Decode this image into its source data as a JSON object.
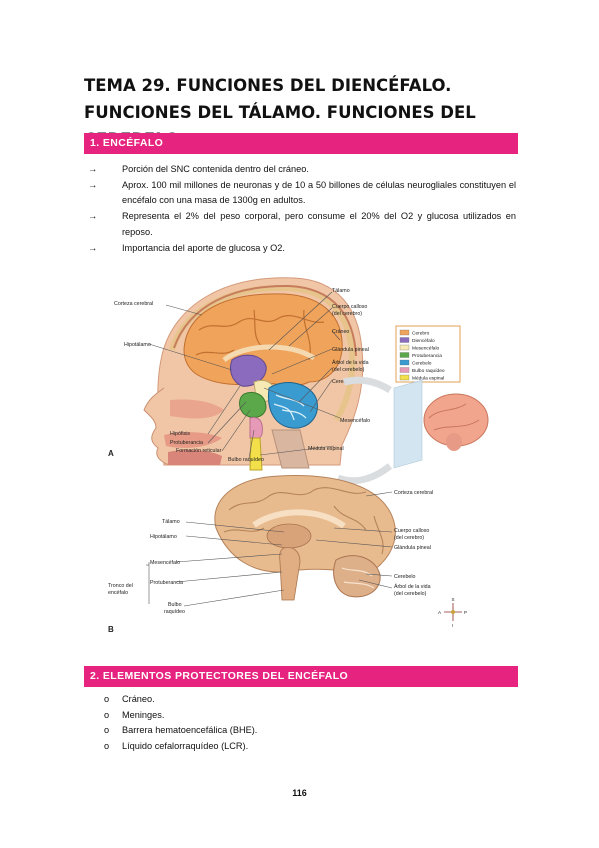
{
  "title": "TEMA 29. FUNCIONES DEL DIENCÉFALO. FUNCIONES DEL TÁLAMO. FUNCIONES DEL CEREBELO.",
  "section1": {
    "heading": "1. ENCÉFALO",
    "arrow": "→",
    "bullets": [
      "Porción del SNC contenida dentro del cráneo.",
      "Aprox. 100 mil millones de neuronas y de 10 a 50 billones de células neurogliales constituyen el encéfalo con una masa de 1300g en adultos.",
      "Representa el 2% del peso corporal, pero consume el 20% del O2 y glucosa utilizados en reposo.",
      "Importancia del aporte de glucosa y O2."
    ]
  },
  "figureA": {
    "panel": "A",
    "labels": {
      "corteza": "Corteza cerebral",
      "hipotalamo": "Hipotálamo",
      "talamo": "Tálamo",
      "calloso1": "Cuerpo calloso",
      "calloso2": "(del cerebro)",
      "craneo": "Cráneo",
      "pineal": "Glándula pineal",
      "arbol1": "Árbol de la vida",
      "arbol2": "(del cerebelo)",
      "cerebelo": "Cerebelo",
      "mesencefalo": "Mesencéfalo",
      "medula": "Médula espinal",
      "hipofisis": "Hipófisis",
      "protuberancia": "Protuberancia",
      "reticular": "Formación reticular",
      "bulbo": "Bulbo raquídeo"
    },
    "legend": [
      {
        "label": "Cerebro",
        "color": "#f0a35a"
      },
      {
        "label": "Diencéfalo",
        "color": "#8a6bbd"
      },
      {
        "label": "Mesencéfalo",
        "color": "#f6e9b4"
      },
      {
        "label": "Protuberancia",
        "color": "#5aa84a"
      },
      {
        "label": "Cerebelo",
        "color": "#3a9bd0"
      },
      {
        "label": "Bulbo raquídeo",
        "color": "#e79ab8"
      },
      {
        "label": "Médula espinal",
        "color": "#f2df4a"
      }
    ]
  },
  "figureB": {
    "panel": "B",
    "labels": {
      "corteza": "Corteza cerebral",
      "talamo": "Tálamo",
      "hipotalamo": "Hipotálamo",
      "calloso1": "Cuerpo calloso",
      "calloso2": "(del cerebro)",
      "pineal": "Glándula pineal",
      "mesencefalo": "Mesencéfalo",
      "tronco1": "Tronco del",
      "tronco2": "encéfalo",
      "protuberancia": "Protuberancia",
      "bulbo1": "Bulbo",
      "bulbo2": "raquídeo",
      "cerebelo": "Cerebelo",
      "arbol1": "Árbol de la vida",
      "arbol2": "(del cerebelo)",
      "compass": {
        "a": "A",
        "p": "P",
        "s": "S",
        "i": "I"
      }
    }
  },
  "section2": {
    "heading": "2. ELEMENTOS PROTECTORES DEL ENCÉFALO",
    "bullet": "o",
    "items": [
      "Cráneo.",
      "Meninges.",
      "Barrera hematoencefálica (BHE).",
      "Líquido cefalorraquídeo (LCR)."
    ]
  },
  "page_number": "116"
}
